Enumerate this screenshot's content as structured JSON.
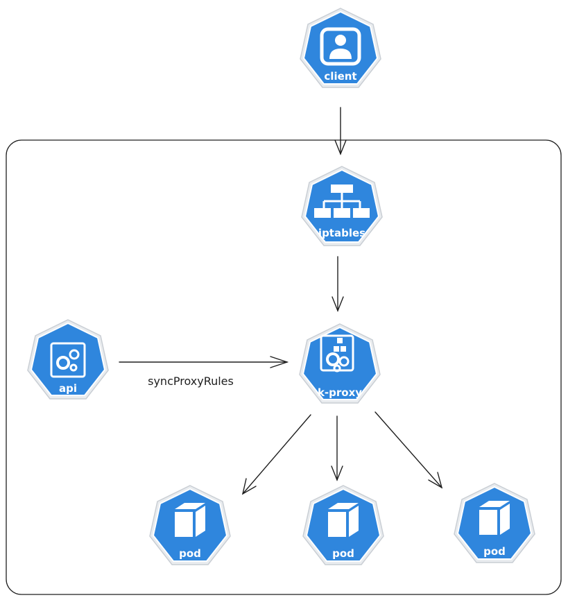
{
  "nodes": {
    "client": {
      "label": "client",
      "icon": "user-icon"
    },
    "iptables": {
      "label": "iptables",
      "icon": "network-tree-icon"
    },
    "kproxy": {
      "label": "k-proxy",
      "icon": "cubes-gears-icon"
    },
    "api": {
      "label": "api",
      "icon": "gears-icon"
    },
    "pod1": {
      "label": "pod",
      "icon": "cube-icon"
    },
    "pod2": {
      "label": "pod",
      "icon": "cube-icon"
    },
    "pod3": {
      "label": "pod",
      "icon": "cube-icon"
    }
  },
  "edges": {
    "api_to_kproxy": {
      "label": "syncProxyRules"
    }
  },
  "colors": {
    "node_fill": "#2f86dd",
    "node_border": "#ffffff",
    "line": "#1e1e1e"
  }
}
